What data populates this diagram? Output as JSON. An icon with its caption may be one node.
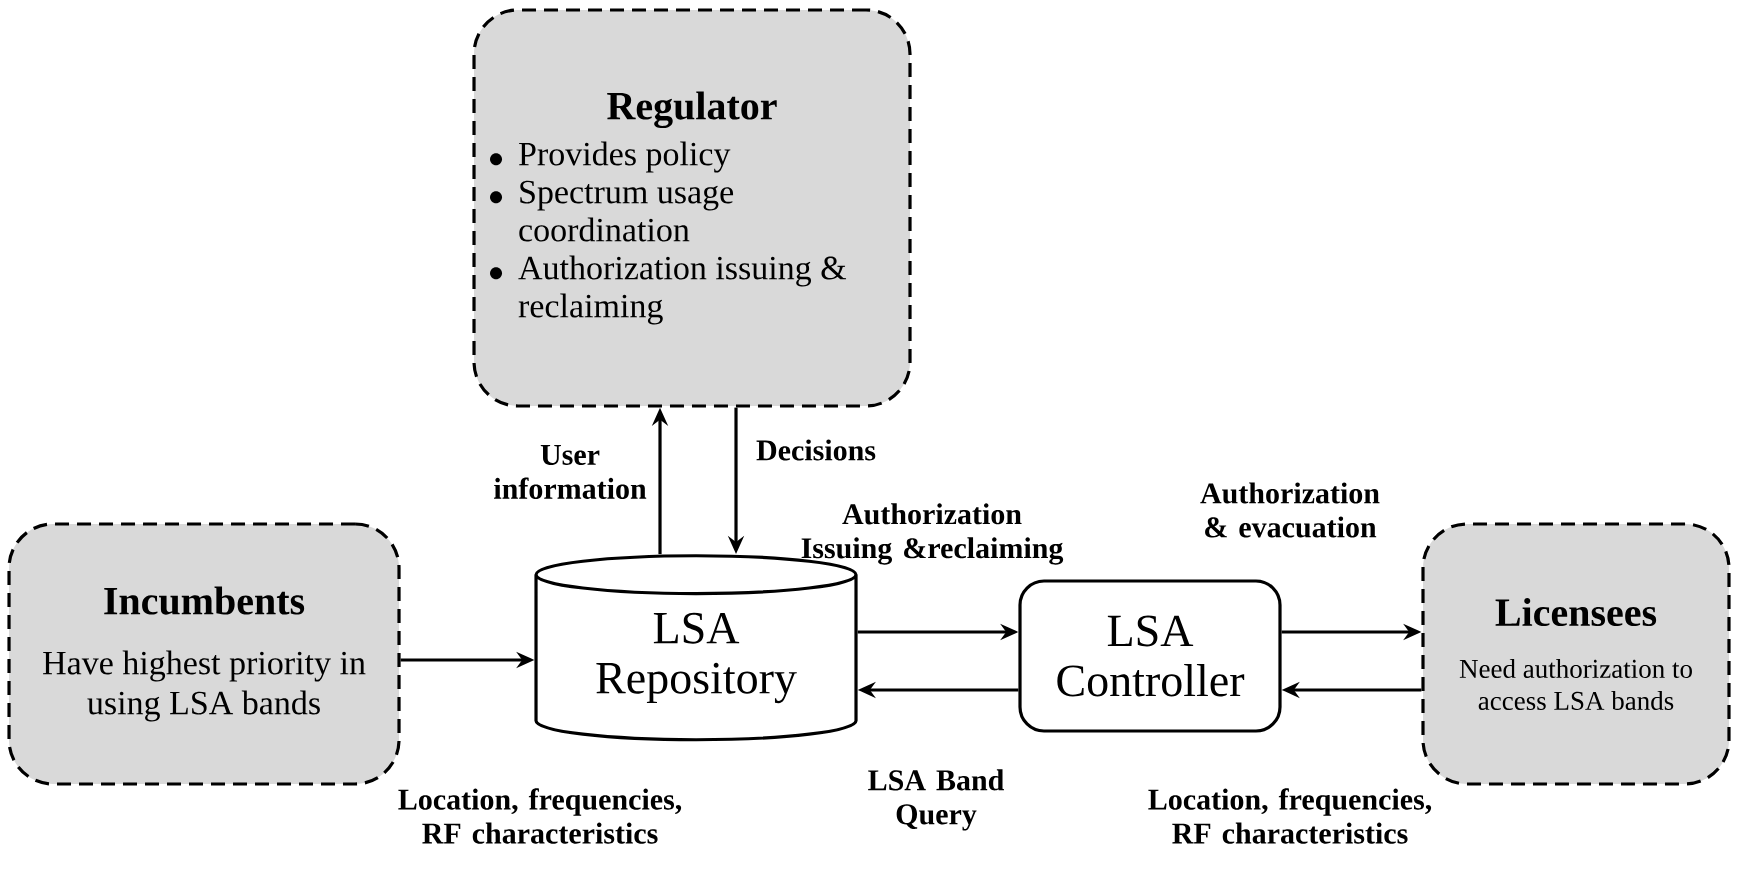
{
  "diagram": {
    "nodes": [
      {
        "text": [
          "Regulator",
          "Provides policy",
          "Spectrum usage coordination",
          "Authorization issuing & reclaiming"
        ]
      },
      {
        "text": [
          "Incumbents",
          "Have highest priority in using LSA bands"
        ]
      },
      {
        "text": [
          "LSA Repository"
        ]
      },
      {
        "text": [
          "LSA Controller"
        ]
      },
      {
        "text": [
          "Licensees",
          "Need authorization to access LSA bands"
        ]
      }
    ],
    "edges": [
      {
        "from": 2,
        "to": 0,
        "arrow": "to",
        "label": "User information"
      },
      {
        "from": 0,
        "to": 2,
        "arrow": "to",
        "label": "Decisions"
      },
      {
        "from": 1,
        "to": 2,
        "arrow": "to",
        "label": "Location, frequencies, RF characteristics"
      },
      {
        "from": 2,
        "to": 3,
        "arrow": "to",
        "label": "Authorization Issuing &reclaiming"
      },
      {
        "from": 3,
        "to": 2,
        "arrow": "to",
        "label": "LSA Band Query"
      },
      {
        "from": 3,
        "to": 4,
        "arrow": "to",
        "label": "Authorization & evacuation"
      },
      {
        "from": 4,
        "to": 3,
        "arrow": "to",
        "label": "Location, frequencies, RF characteristics"
      }
    ]
  }
}
